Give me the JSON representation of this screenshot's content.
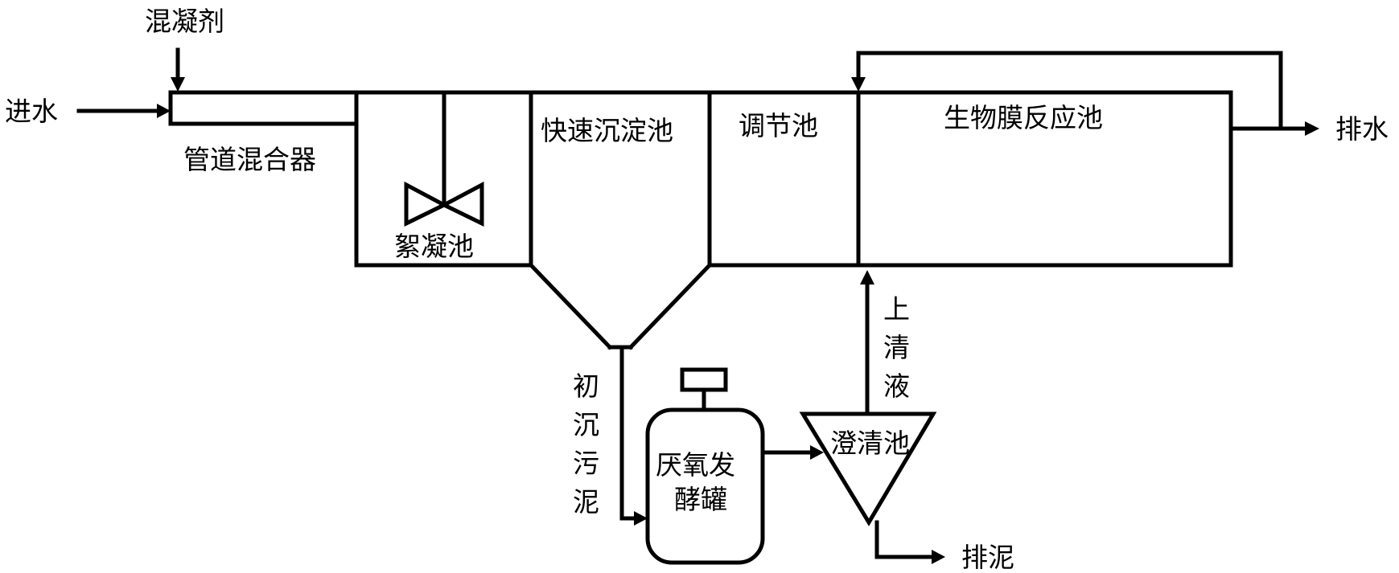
{
  "labels": {
    "coagulant": "混凝剂",
    "inflow": "进水",
    "pipe_mixer": "管道混合器",
    "flocculation_tank": "絮凝池",
    "rapid_settling_tank": "快速沉淀池",
    "regulating_tank": "调节池",
    "biofilm_reactor": "生物膜反应池",
    "outflow": "排水",
    "primary_sludge": [
      "初",
      "沉",
      "污",
      "泥"
    ],
    "anaerobic_tank_line1": "厌氧发",
    "anaerobic_tank_line2": "酵罐",
    "clarifier": "澄清池",
    "supernatant": [
      "上",
      "清",
      "液"
    ],
    "sludge_discharge": "排泥"
  }
}
